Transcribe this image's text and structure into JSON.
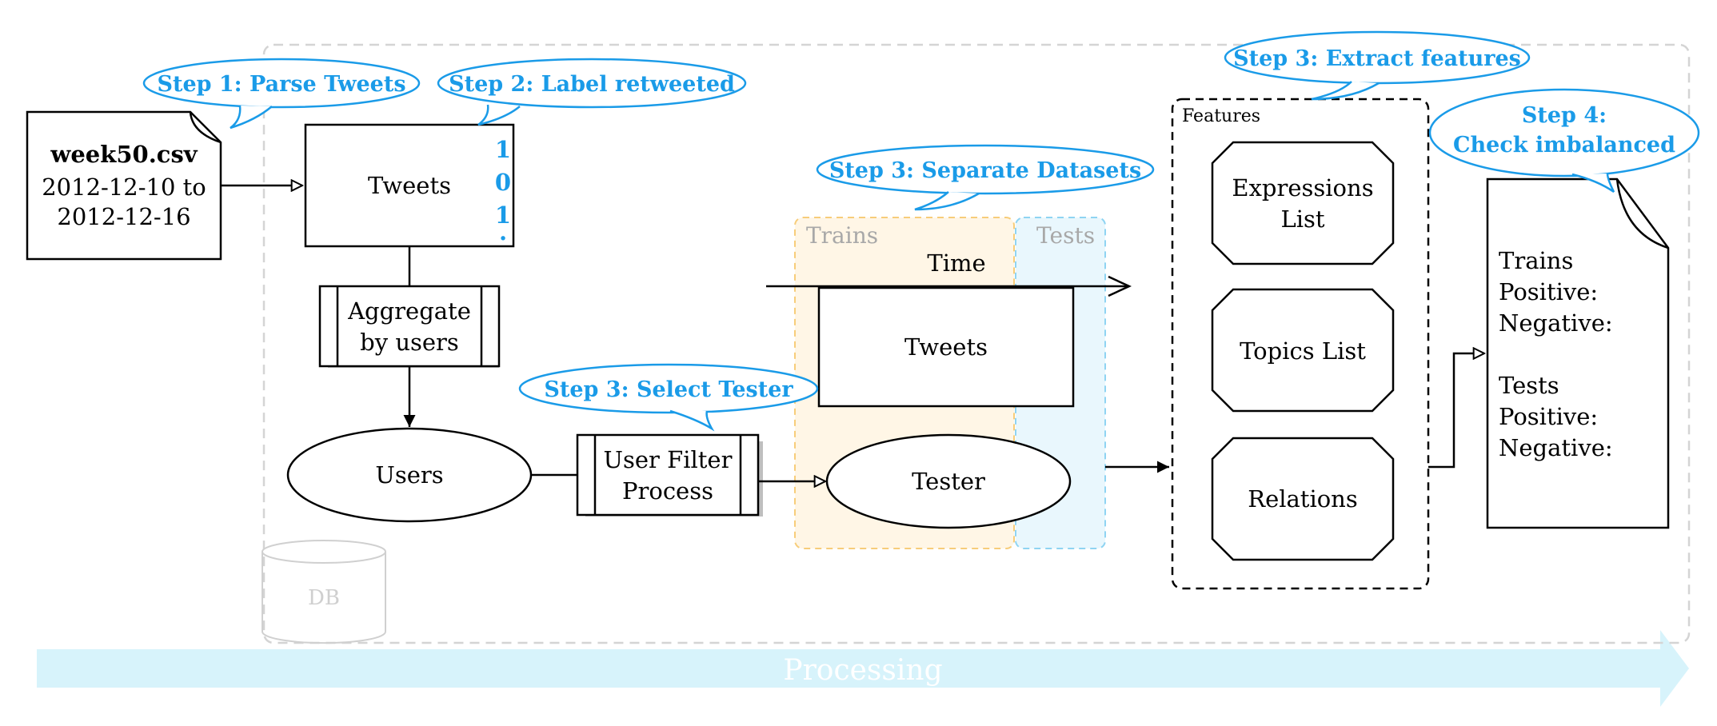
{
  "colors": {
    "callout": "#1a9be8",
    "callout_text": "#1a9be8",
    "trains_fill": "#fff6e6",
    "trains_stroke": "#f7cd7a",
    "tests_fill": "#e9f7fd",
    "tests_stroke": "#8fd4f2",
    "processing_band": "#d7f3fb",
    "faint": "#cfcfcf"
  },
  "source_file": {
    "name": "week50.csv",
    "line1": "2012-12-10 to",
    "line2": "2012-12-16"
  },
  "callouts": {
    "step1": "Step 1: Parse Tweets",
    "step2": "Step 2: Label retweeted",
    "step3_select": "Step 3: Select Tester",
    "step3_separate": "Step 3: Separate Datasets",
    "step3_extract": "Step 3: Extract features",
    "step4_line1": "Step 4:",
    "step4_line2": "Check imbalanced"
  },
  "nodes": {
    "tweets": "Tweets",
    "labels": [
      "1",
      "0",
      "1",
      "."
    ],
    "aggregate_line1": "Aggregate",
    "aggregate_line2": "by users",
    "users": "Users",
    "filter_line1": "User Filter",
    "filter_line2": "Process",
    "tester": "Tester",
    "time": "Time",
    "tweets2": "Tweets",
    "db": "DB"
  },
  "datasets": {
    "trains": "Trains",
    "tests": "Tests"
  },
  "features": {
    "label": "Features",
    "expressions_line1": "Expressions",
    "expressions_line2": "List",
    "topics": "Topics List",
    "relations": "Relations"
  },
  "report": {
    "lines": [
      "Trains",
      "Positive:",
      "Negative:",
      "",
      "Tests",
      "Positive:",
      "Negative:"
    ]
  },
  "processing_label": "Processing"
}
